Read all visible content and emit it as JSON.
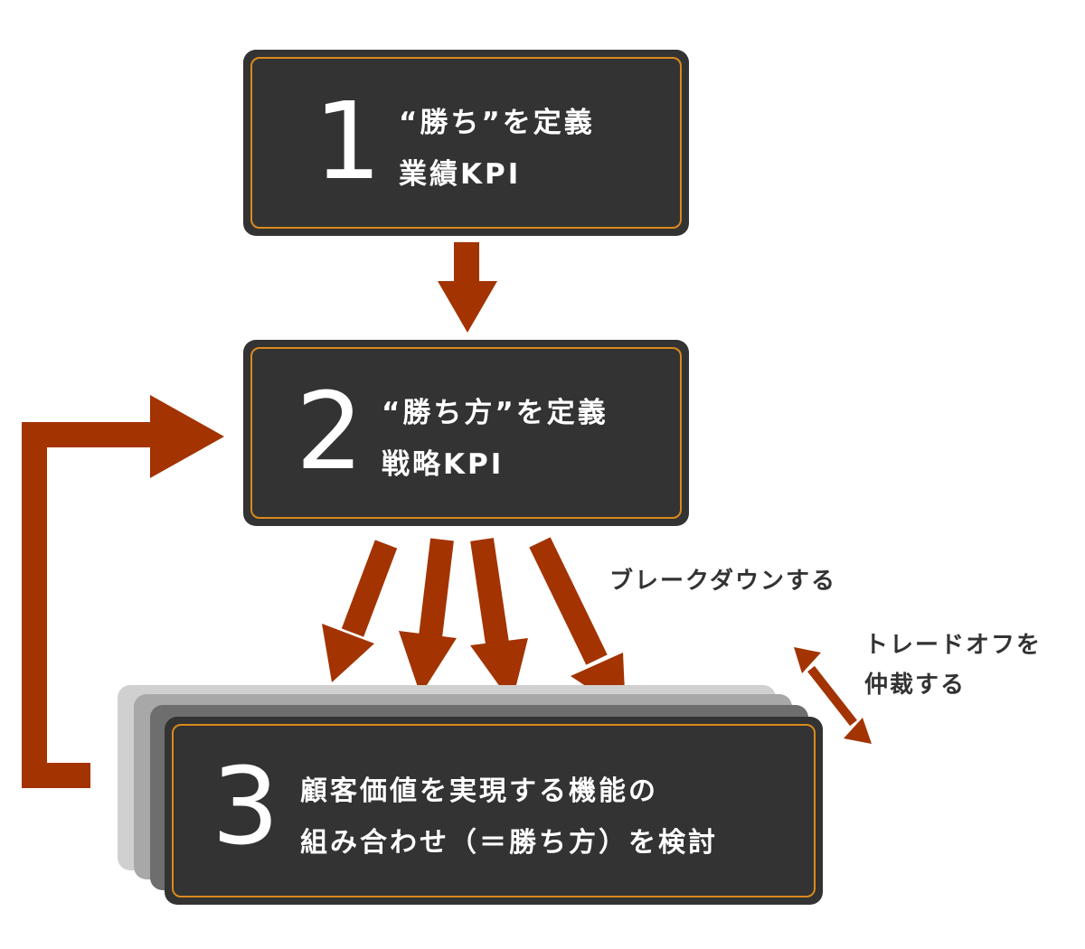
{
  "colors": {
    "arrow": "#a33300",
    "box_fill": "#333333",
    "box_border": "#d98a1c",
    "text_dark": "#333333",
    "stack_light": "#d0d0d0",
    "stack_mid": "#a8a8a8",
    "stack_dark": "#6e6e6e"
  },
  "step1": {
    "number": "1",
    "line1": "“勝ち”を定義",
    "line2": "業績KPI"
  },
  "step2": {
    "number": "2",
    "line1": "“勝ち方”を定義",
    "line2": "戦略KPI"
  },
  "step3": {
    "number": "3",
    "line1": "顧客価値を実現する機能の",
    "line2": "組み合わせ（＝勝ち方）を検討"
  },
  "labels": {
    "breakdown": "ブレークダウンする",
    "tradeoff_line1": "トレードオフを",
    "tradeoff_line2": "仲裁する"
  }
}
